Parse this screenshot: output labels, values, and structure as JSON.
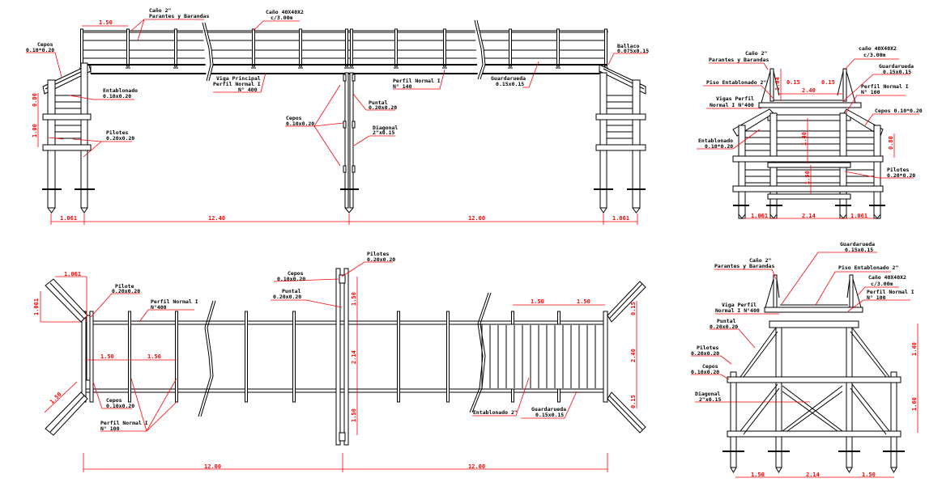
{
  "colors": {
    "lines": "#000000",
    "dimensions": "#ff0000",
    "background": "#ffffff"
  },
  "elevation": {
    "pipe2": [
      "Caño 2\"",
      "Parantes y Barandas"
    ],
    "pipe40": [
      "Caño 40X40X2",
      "c/3.00m"
    ],
    "cepos_left": [
      "Cepos",
      "0.10*0.20"
    ],
    "entablonado": [
      "Entablonado",
      "0.10x0.20"
    ],
    "pilotes": [
      "Pilotes",
      "0.20x0.20"
    ],
    "main_beam": [
      "Viga Principal",
      "Perfil Normal I",
      "N° 400"
    ],
    "profile140": [
      "Perfil Normal I",
      "N° 140"
    ],
    "puntal": [
      "Puntal",
      "0.20x0.20"
    ],
    "cepos_pier": [
      "Cepos",
      "0.10x0.20"
    ],
    "diagonal": [
      "Diagonal",
      "2\"x0.15"
    ],
    "guardarueda": [
      "Guardarueda",
      "0.15x0.15"
    ],
    "ballaco": [
      "Ballaco",
      "0.075x0.15"
    ],
    "dims": {
      "post_spacing": "1.50",
      "h1": "0.80",
      "h2": "1.00",
      "left": "1.061",
      "span1": "12.40",
      "span2": "12.00",
      "right": "1.061"
    }
  },
  "section_top": {
    "pipe2": [
      "Caño 2\"",
      "Parantes y Barandas"
    ],
    "pipe40": [
      "caño 40X40X2",
      "c/3.00m"
    ],
    "guardarueda": [
      "Guardarueda",
      "0.15x0.15"
    ],
    "piso": "Piso Entablonado 2\"",
    "profile100": [
      "Perfil Normal I",
      "N° 100"
    ],
    "vigas": [
      "Vigas Perfil",
      "Normal I N°400"
    ],
    "cepos": "Cepos 0.10*0.20",
    "entablonado": [
      "Entablonado",
      "0.10*0.20"
    ],
    "pilotes": [
      "Pilotes",
      "0.20*0.20"
    ],
    "dims": {
      "rail_h": "1.04",
      "gl": "0.15",
      "gr": "0.15",
      "width": "2.40",
      "h1": "1.40",
      "h2": "1.50",
      "side": "0.80",
      "left": "1.061",
      "mid": "2.14",
      "right": "1.061"
    }
  },
  "plan": {
    "pilote": [
      "Pilote",
      "0.20x0.20"
    ],
    "profile400": [
      "Perfil Normal I",
      "N°400"
    ],
    "cepos_left": [
      "Cepos",
      "0.10x0.20"
    ],
    "profile100": [
      "Perfil Normal I",
      "N° 100"
    ],
    "cepos_pier": [
      "Cepos",
      "0.10x0.20"
    ],
    "puntal": [
      "Puntal",
      "0.20x0.20"
    ],
    "pilotes": [
      "Pilotes",
      "0.20x0.20"
    ],
    "entablonado": "Entablonado 2\"",
    "guardarueda": [
      "Guardarueda",
      "0.15x0.15"
    ],
    "dims": {
      "wing_w": "1.061",
      "wing_h": "1.061",
      "wing_diag": "1.50",
      "bay1": "1.50",
      "bay2": "1.50",
      "pier_top": "1.50",
      "pier_mid": "2.14",
      "pier_bot": "1.50",
      "post1": "1.50",
      "post2": "1.50",
      "edge_top": "0.15",
      "deck_w": "2.40",
      "edge_bot": "0.15",
      "span1": "12.00",
      "span2": "12.00"
    }
  },
  "section_bottom": {
    "guardarueda": [
      "Guardarueda",
      "0.15x0.15"
    ],
    "pipe2": [
      "Caño 2\"",
      "Parantes y Barandas"
    ],
    "piso": "Piso Entablonado 2\"",
    "pipe40": [
      "Caño 40X40X2",
      "c/3.00m"
    ],
    "profile100": [
      "Perfil Normal I",
      "N° 100"
    ],
    "viga": [
      "Viga Perfil",
      "Normal I N°400"
    ],
    "puntal": [
      "Puntal",
      "0.20x0.20"
    ],
    "pilotes": [
      "Pilotes",
      "0.20x0.20"
    ],
    "cepos": [
      "Cepos",
      "0.10x0.20"
    ],
    "diagonal": [
      "Diagonal",
      "2\"x0.15"
    ],
    "dims": {
      "h1": "1.40",
      "h2": "1.60",
      "left": "1.50",
      "mid": "2.14",
      "right": "1.50"
    }
  }
}
